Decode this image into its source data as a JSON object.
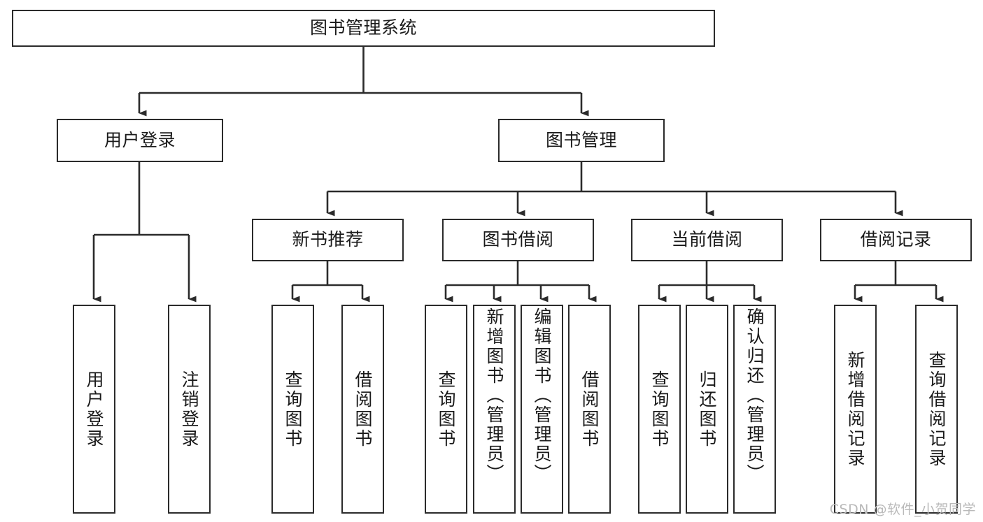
{
  "diagram": {
    "type": "tree",
    "title": "图书管理系统",
    "watermark": "CSDN @软件_小贺同学",
    "colors": {
      "stroke": "#2b2b2b",
      "fill": "#ffffff",
      "text": "#1a1a1a",
      "watermark": "#b9b9b9"
    },
    "root": {
      "label": "图书管理系统"
    },
    "level1": [
      {
        "label": "用户登录"
      },
      {
        "label": "图书管理"
      }
    ],
    "level2": [
      {
        "label": "新书推荐"
      },
      {
        "label": "图书借阅"
      },
      {
        "label": "当前借阅"
      },
      {
        "label": "借阅记录"
      }
    ],
    "leaves": {
      "user_login": [
        {
          "label": "用户登录"
        },
        {
          "label": "注销登录"
        }
      ],
      "new_book": [
        {
          "label": "查询图书"
        },
        {
          "label": "借阅图书"
        }
      ],
      "book_borrow": [
        {
          "label": "查询图书"
        },
        {
          "label": "新增图书（管理员）"
        },
        {
          "label": "编辑图书（管理员）"
        },
        {
          "label": "借阅图书"
        }
      ],
      "current_borrow": [
        {
          "label": "查询图书"
        },
        {
          "label": "归还图书"
        },
        {
          "label": "确认归还（管理员）"
        }
      ],
      "borrow_record": [
        {
          "label": "新增借阅记录"
        },
        {
          "label": "查询借阅记录"
        }
      ]
    }
  }
}
